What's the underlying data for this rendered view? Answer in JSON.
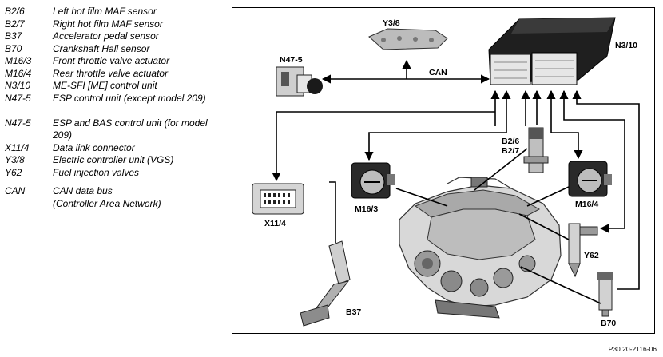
{
  "legend": [
    {
      "code": "B2/6",
      "desc": "Left hot film MAF sensor"
    },
    {
      "code": "B2/7",
      "desc": "Right hot film MAF sensor"
    },
    {
      "code": "B37",
      "desc": "Accelerator pedal sensor"
    },
    {
      "code": "B70",
      "desc": "Crankshaft Hall sensor"
    },
    {
      "code": "M16/3",
      "desc": "Front throttle valve actuator"
    },
    {
      "code": "M16/4",
      "desc": "Rear throttle valve actuator"
    },
    {
      "code": "N3/10",
      "desc": "ME-SFI [ME] control unit"
    },
    {
      "code": "N47-5",
      "desc": "ESP control unit (except model 209)"
    },
    {
      "code": "N47-5",
      "desc": "ESP and BAS control unit (for model 209)"
    },
    {
      "code": "X11/4",
      "desc": "Data link connector"
    },
    {
      "code": "Y3/8",
      "desc": "Electric controller unit (VGS)"
    },
    {
      "code": "Y62",
      "desc": "Fuel injection valves"
    },
    {
      "code": "CAN",
      "desc": "CAN data bus\n(Controller Area Network)"
    }
  ],
  "diagram": {
    "labels": {
      "y38": "Y3/8",
      "n310": "N3/10",
      "n475": "N47-5",
      "can": "CAN",
      "b26": "B2/6",
      "b27": "B2/7",
      "x114": "X11/4",
      "m163": "M16/3",
      "m164": "M16/4",
      "y62": "Y62",
      "b37": "B37",
      "b70": "B70"
    }
  },
  "figure_ref": "P30.20-2116-06"
}
